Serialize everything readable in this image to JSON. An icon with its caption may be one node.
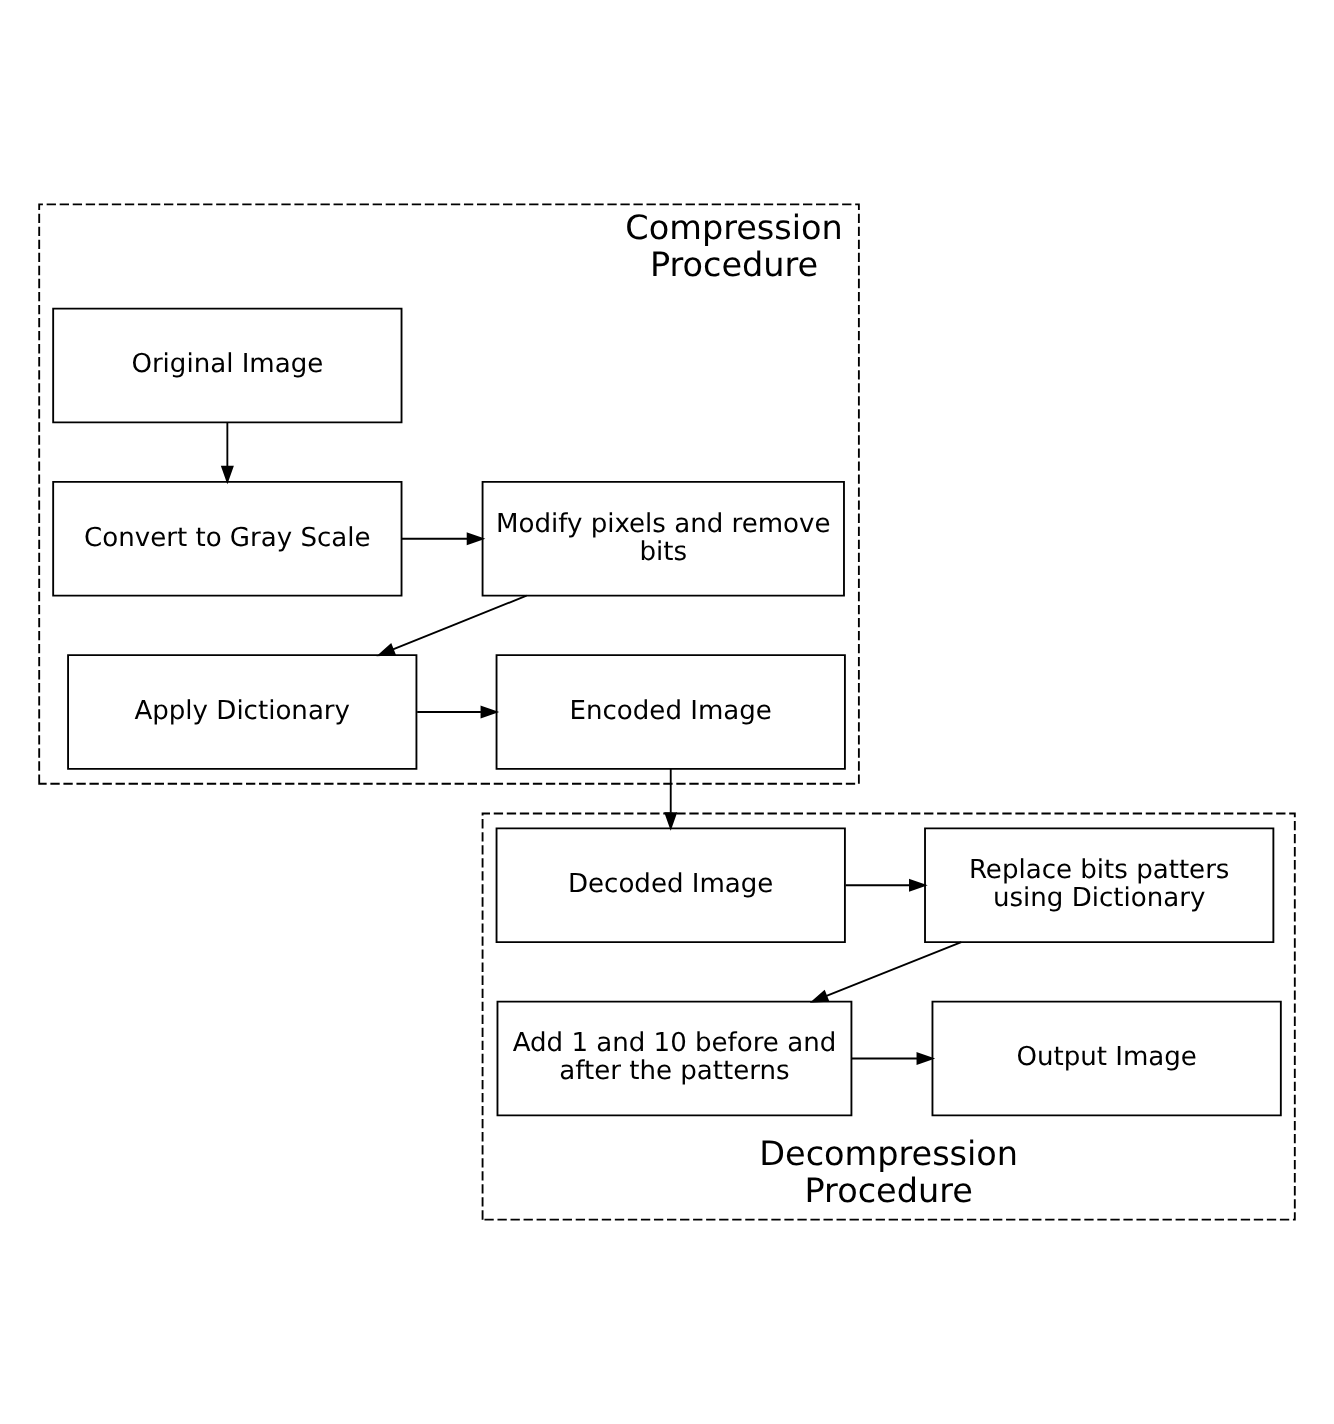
{
  "diagram": {
    "nodes": [
      {
        "text": [
          "Compression Procedure"
        ]
      },
      {
        "text": [
          "Original Image"
        ],
        "in": 0
      },
      {
        "text": [
          "Convert to Gray Scale"
        ],
        "in": 0
      },
      {
        "text": [
          "Modify pixels and remove bits"
        ],
        "in": 0
      },
      {
        "text": [
          "Apply Dictionary"
        ],
        "in": 0
      },
      {
        "text": [
          "Encoded Image"
        ],
        "in": 0
      },
      {
        "text": [
          "Decompression Procedure"
        ]
      },
      {
        "text": [
          "Decoded Image"
        ],
        "in": 6
      },
      {
        "text": [
          "Replace bits patters using Dictionary"
        ],
        "in": 6
      },
      {
        "text": [
          "Add 1 and 10 before and after the patterns"
        ],
        "in": 6
      },
      {
        "text": [
          "Output Image"
        ],
        "in": 6
      }
    ],
    "edges": [
      {
        "from": 1,
        "to": 2,
        "arrow": "to"
      },
      {
        "from": 2,
        "to": 3,
        "arrow": "to"
      },
      {
        "from": 3,
        "to": 4,
        "arrow": "to"
      },
      {
        "from": 4,
        "to": 5,
        "arrow": "to"
      },
      {
        "from": 5,
        "to": 7,
        "arrow": "to"
      },
      {
        "from": 7,
        "to": 8,
        "arrow": "to"
      },
      {
        "from": 8,
        "to": 9,
        "arrow": "to"
      },
      {
        "from": 9,
        "to": 10,
        "arrow": "to"
      }
    ]
  }
}
